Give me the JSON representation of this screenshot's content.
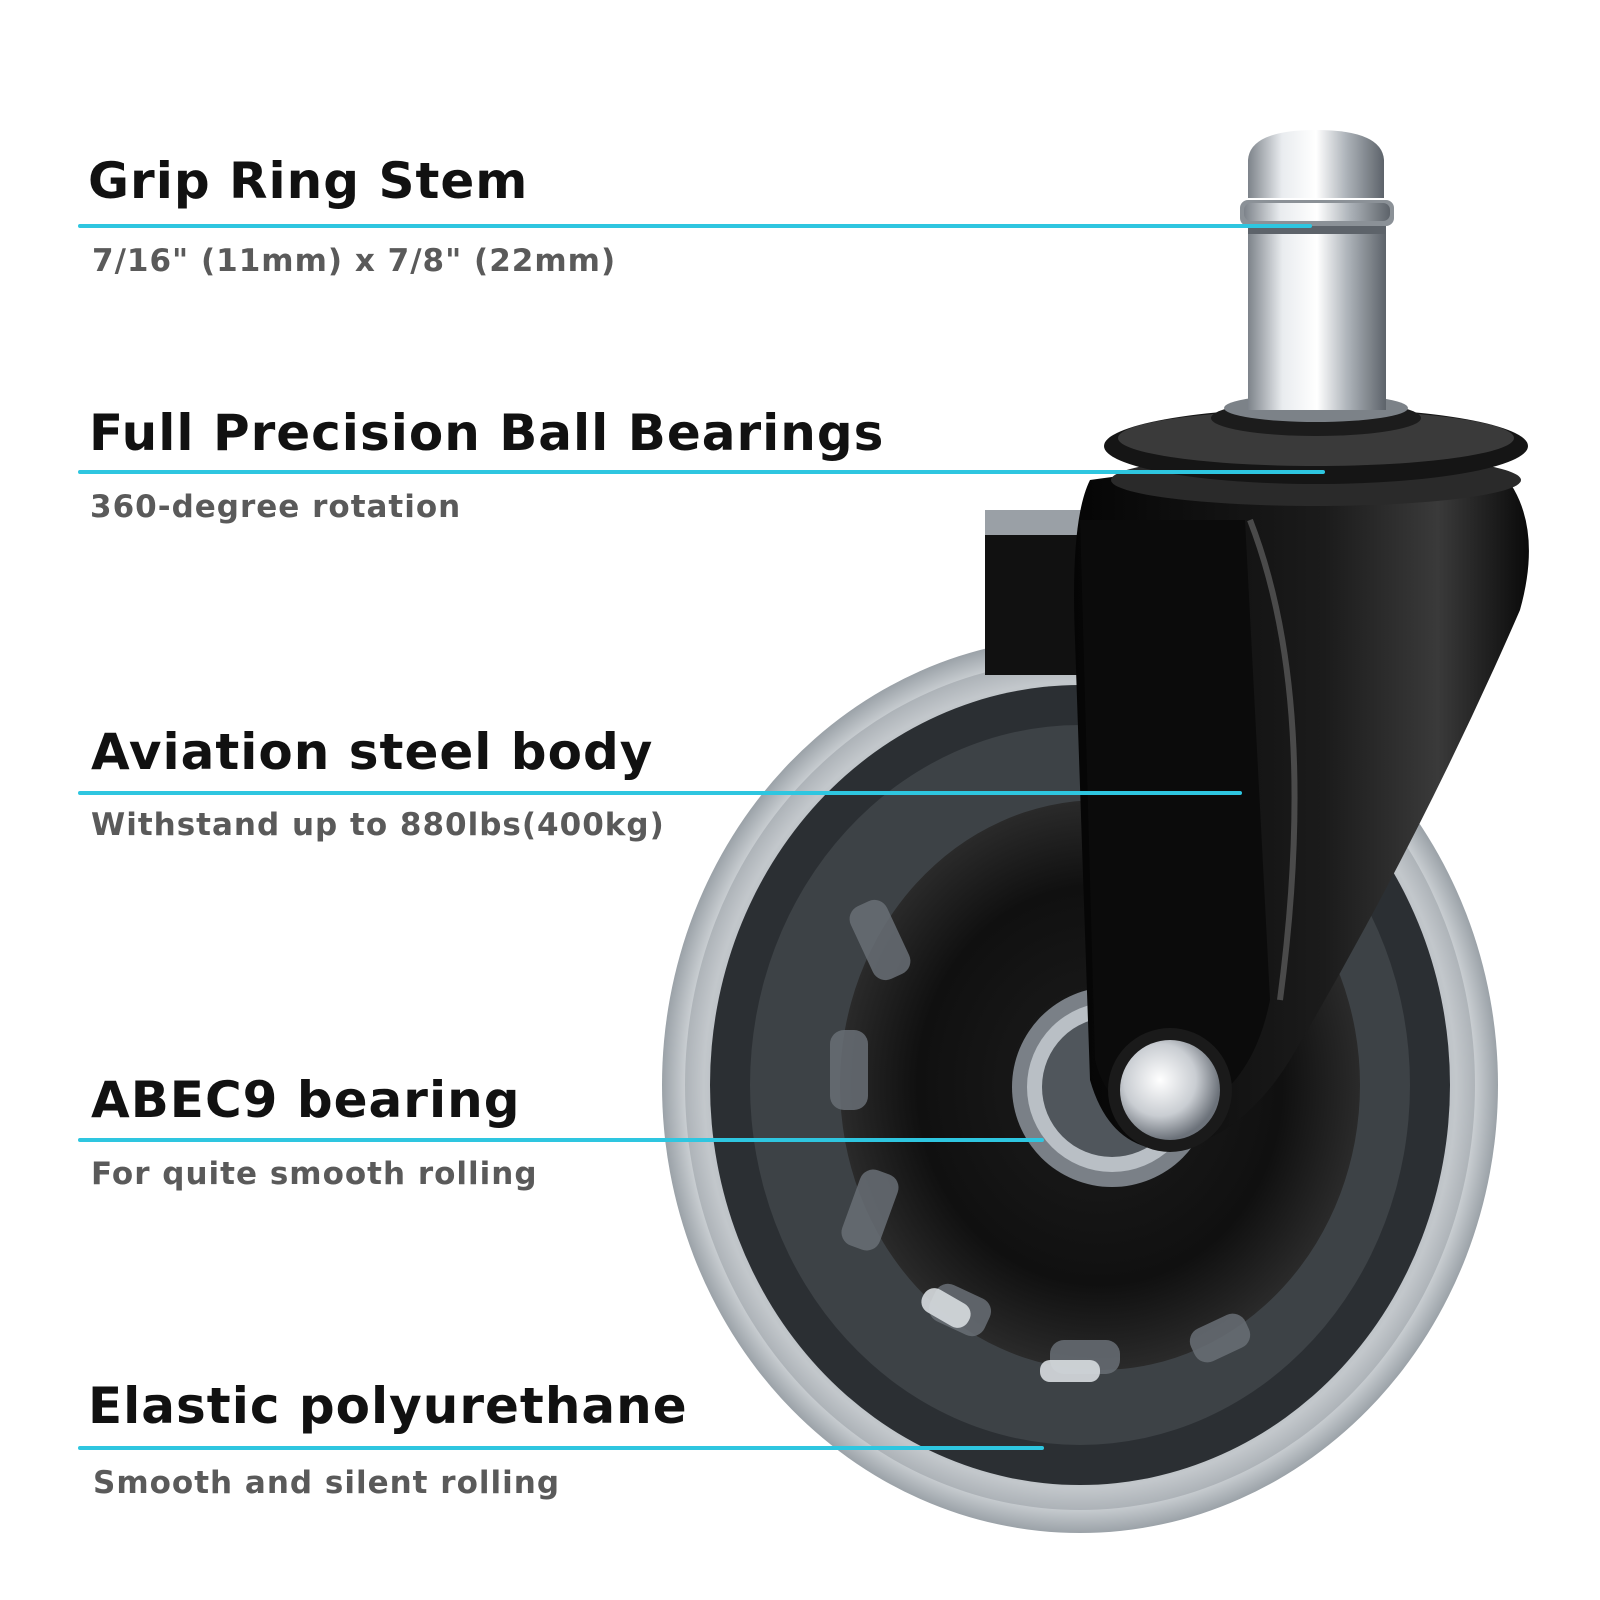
{
  "colors": {
    "accent_line": "#2ec6e0",
    "title_text": "#111111",
    "subtitle_text": "#5a5a5a",
    "caster_black": "#0d0d0d",
    "chrome": "#c9cdd2",
    "clear_tread": "#e6eaed"
  },
  "callouts": [
    {
      "title": "Grip Ring Stem",
      "subtitle": "7/16\" (11mm) x 7/8\" (22mm)"
    },
    {
      "title": "Full Precision Ball Bearings",
      "subtitle": "360-degree rotation"
    },
    {
      "title": "Aviation steel body",
      "subtitle": "Withstand up to 880lbs(400kg)"
    },
    {
      "title": "ABEC9 bearing",
      "subtitle": "For quite smooth rolling"
    },
    {
      "title": "Elastic polyurethane",
      "subtitle": "Smooth and silent rolling"
    }
  ],
  "product_image": {
    "icon": "office-chair-caster-wheel-icon"
  }
}
